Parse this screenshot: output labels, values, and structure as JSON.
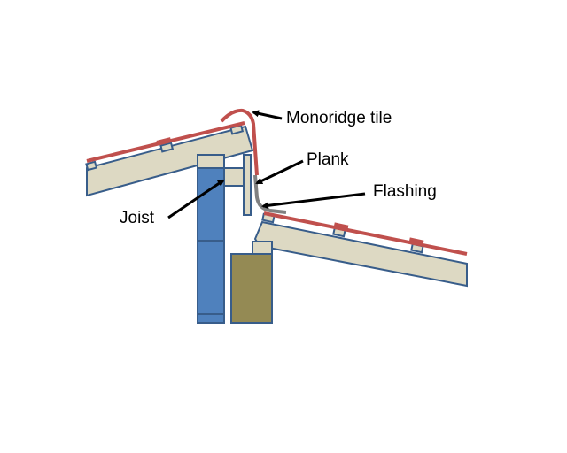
{
  "labels": {
    "monoridge": "Monoridge tile",
    "plank": "Plank",
    "flashing": "Flashing",
    "joist": "Joist"
  },
  "colors": {
    "timber": "#ddd9c3",
    "outline": "#385d8a",
    "tile": "#c0504d",
    "wall": "#4f81bd",
    "block": "#948a54",
    "flashing": "#808080"
  }
}
